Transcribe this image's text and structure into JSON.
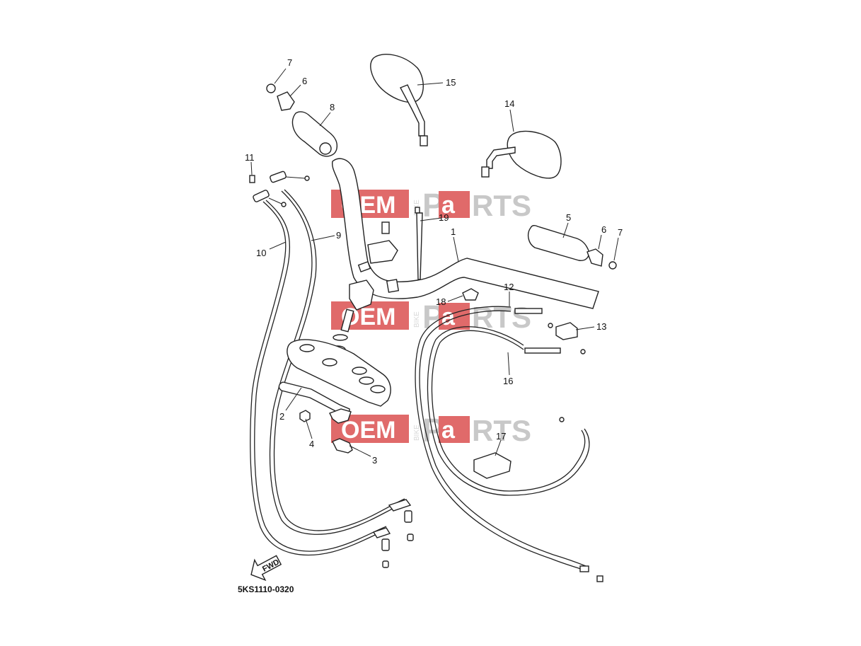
{
  "diagram_code": "5KS1110-0320",
  "fwd_label": "FWD",
  "watermark": {
    "oem": "OEM",
    "bike": "BIKE",
    "p": "P",
    "a": "a",
    "rts": "RTS"
  },
  "colors": {
    "watermark_red": "#e06a6a",
    "watermark_gray": "#c8c8c8",
    "line": "#222222"
  },
  "callouts": [
    {
      "id": "c7a",
      "text": "7"
    },
    {
      "id": "c6a",
      "text": "6"
    },
    {
      "id": "c8",
      "text": "8"
    },
    {
      "id": "c15",
      "text": "15"
    },
    {
      "id": "c14",
      "text": "14"
    },
    {
      "id": "c11",
      "text": "11"
    },
    {
      "id": "c9",
      "text": "9"
    },
    {
      "id": "c10",
      "text": "10"
    },
    {
      "id": "c19",
      "text": "19"
    },
    {
      "id": "c1",
      "text": "1"
    },
    {
      "id": "c5",
      "text": "5"
    },
    {
      "id": "c6b",
      "text": "6"
    },
    {
      "id": "c7b",
      "text": "7"
    },
    {
      "id": "c12",
      "text": "12"
    },
    {
      "id": "c18",
      "text": "18"
    },
    {
      "id": "c13",
      "text": "13"
    },
    {
      "id": "c16",
      "text": "16"
    },
    {
      "id": "c2",
      "text": "2"
    },
    {
      "id": "c4",
      "text": "4"
    },
    {
      "id": "c3",
      "text": "3"
    },
    {
      "id": "c17",
      "text": "17"
    }
  ]
}
